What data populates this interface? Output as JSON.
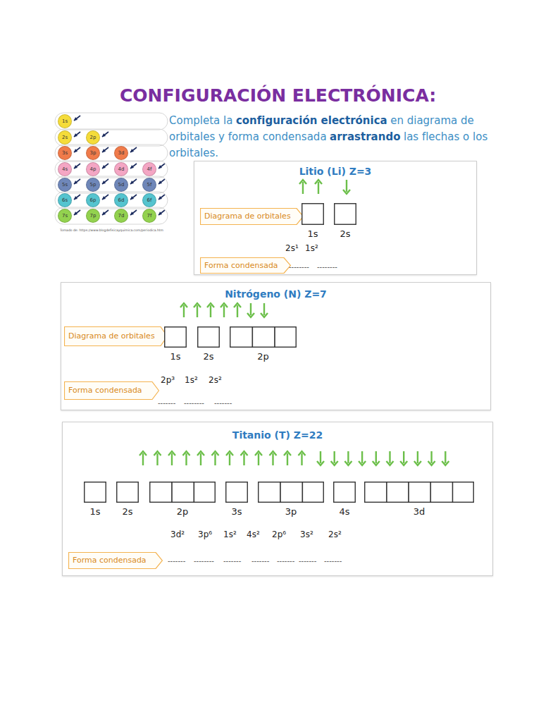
{
  "diagram": {
    "title": "CONFIGURACIÓN ELECTRÓNICA:",
    "nodes": [
      {
        "text": [
          "1s"
        ]
      },
      {
        "text": [
          "2s"
        ]
      },
      {
        "text": [
          "2p"
        ]
      },
      {
        "text": [
          "3s"
        ]
      },
      {
        "text": [
          "3p"
        ]
      },
      {
        "text": [
          "3d"
        ]
      },
      {
        "text": [
          "4s"
        ]
      },
      {
        "text": [
          "4p"
        ]
      },
      {
        "text": [
          "4d"
        ]
      },
      {
        "text": [
          "4f"
        ]
      },
      {
        "text": [
          "5s"
        ]
      },
      {
        "text": [
          "5p"
        ]
      },
      {
        "text": [
          "5d"
        ]
      },
      {
        "text": [
          "5f"
        ]
      },
      {
        "text": [
          "6s"
        ]
      },
      {
        "text": [
          "6p"
        ]
      },
      {
        "text": [
          "6d"
        ]
      },
      {
        "text": [
          "6f"
        ]
      },
      {
        "text": [
          "7s"
        ]
      },
      {
        "text": [
          "7p"
        ]
      },
      {
        "text": [
          "7d"
        ]
      },
      {
        "text": [
          "7f"
        ]
      },
      {
        "text": [
          "Litio (Li) Z=3"
        ]
      },
      {
        "text": [
          "Diagrama de orbitales"
        ],
        "in": 22
      },
      {
        "text": [
          "1s"
        ],
        "in": 22
      },
      {
        "text": [
          "2s"
        ],
        "in": 22
      },
      {
        "text": [
          "Forma condensada"
        ],
        "in": 22
      },
      {
        "text": [
          "Nitrógeno (N) Z=7"
        ]
      },
      {
        "text": [
          "Diagrama de orbitales"
        ],
        "in": 27
      },
      {
        "text": [
          "1s"
        ],
        "in": 27
      },
      {
        "text": [
          "2s"
        ],
        "in": 27
      },
      {
        "text": [
          "2p"
        ],
        "in": 27
      },
      {
        "text": [
          "Forma condensada"
        ],
        "in": 27
      },
      {
        "text": [
          "Titanio (T) Z=22"
        ]
      },
      {
        "text": [
          "1s"
        ],
        "in": 33
      },
      {
        "text": [
          "2s"
        ],
        "in": 33
      },
      {
        "text": [
          "2p"
        ],
        "in": 33
      },
      {
        "text": [
          "3s"
        ],
        "in": 33
      },
      {
        "text": [
          "3p"
        ],
        "in": 33
      },
      {
        "text": [
          "4s"
        ],
        "in": 33
      },
      {
        "text": [
          "3d"
        ],
        "in": 33
      },
      {
        "text": [
          "Forma condensada"
        ],
        "in": 33
      }
    ],
    "labels": [
      "Completa la",
      "configuración electrónica",
      "en diagrama de orbitales y forma condensada",
      "arrastrando",
      "las flechas o los orbitales.",
      "Tomado de: https://www.blogdefisicayquimica.com/periodica.htm",
      "2s¹",
      "1s²",
      "--------",
      "--------",
      "2p³",
      "1s²",
      "2s²",
      "-------",
      "--------",
      "-------",
      "3d²",
      "3p⁶",
      "1s²",
      "4s²",
      "2p⁶",
      "3s²",
      "2s²",
      "-------",
      "--------",
      "-------",
      "-------",
      "-------",
      "-------",
      "-------"
    ]
  }
}
